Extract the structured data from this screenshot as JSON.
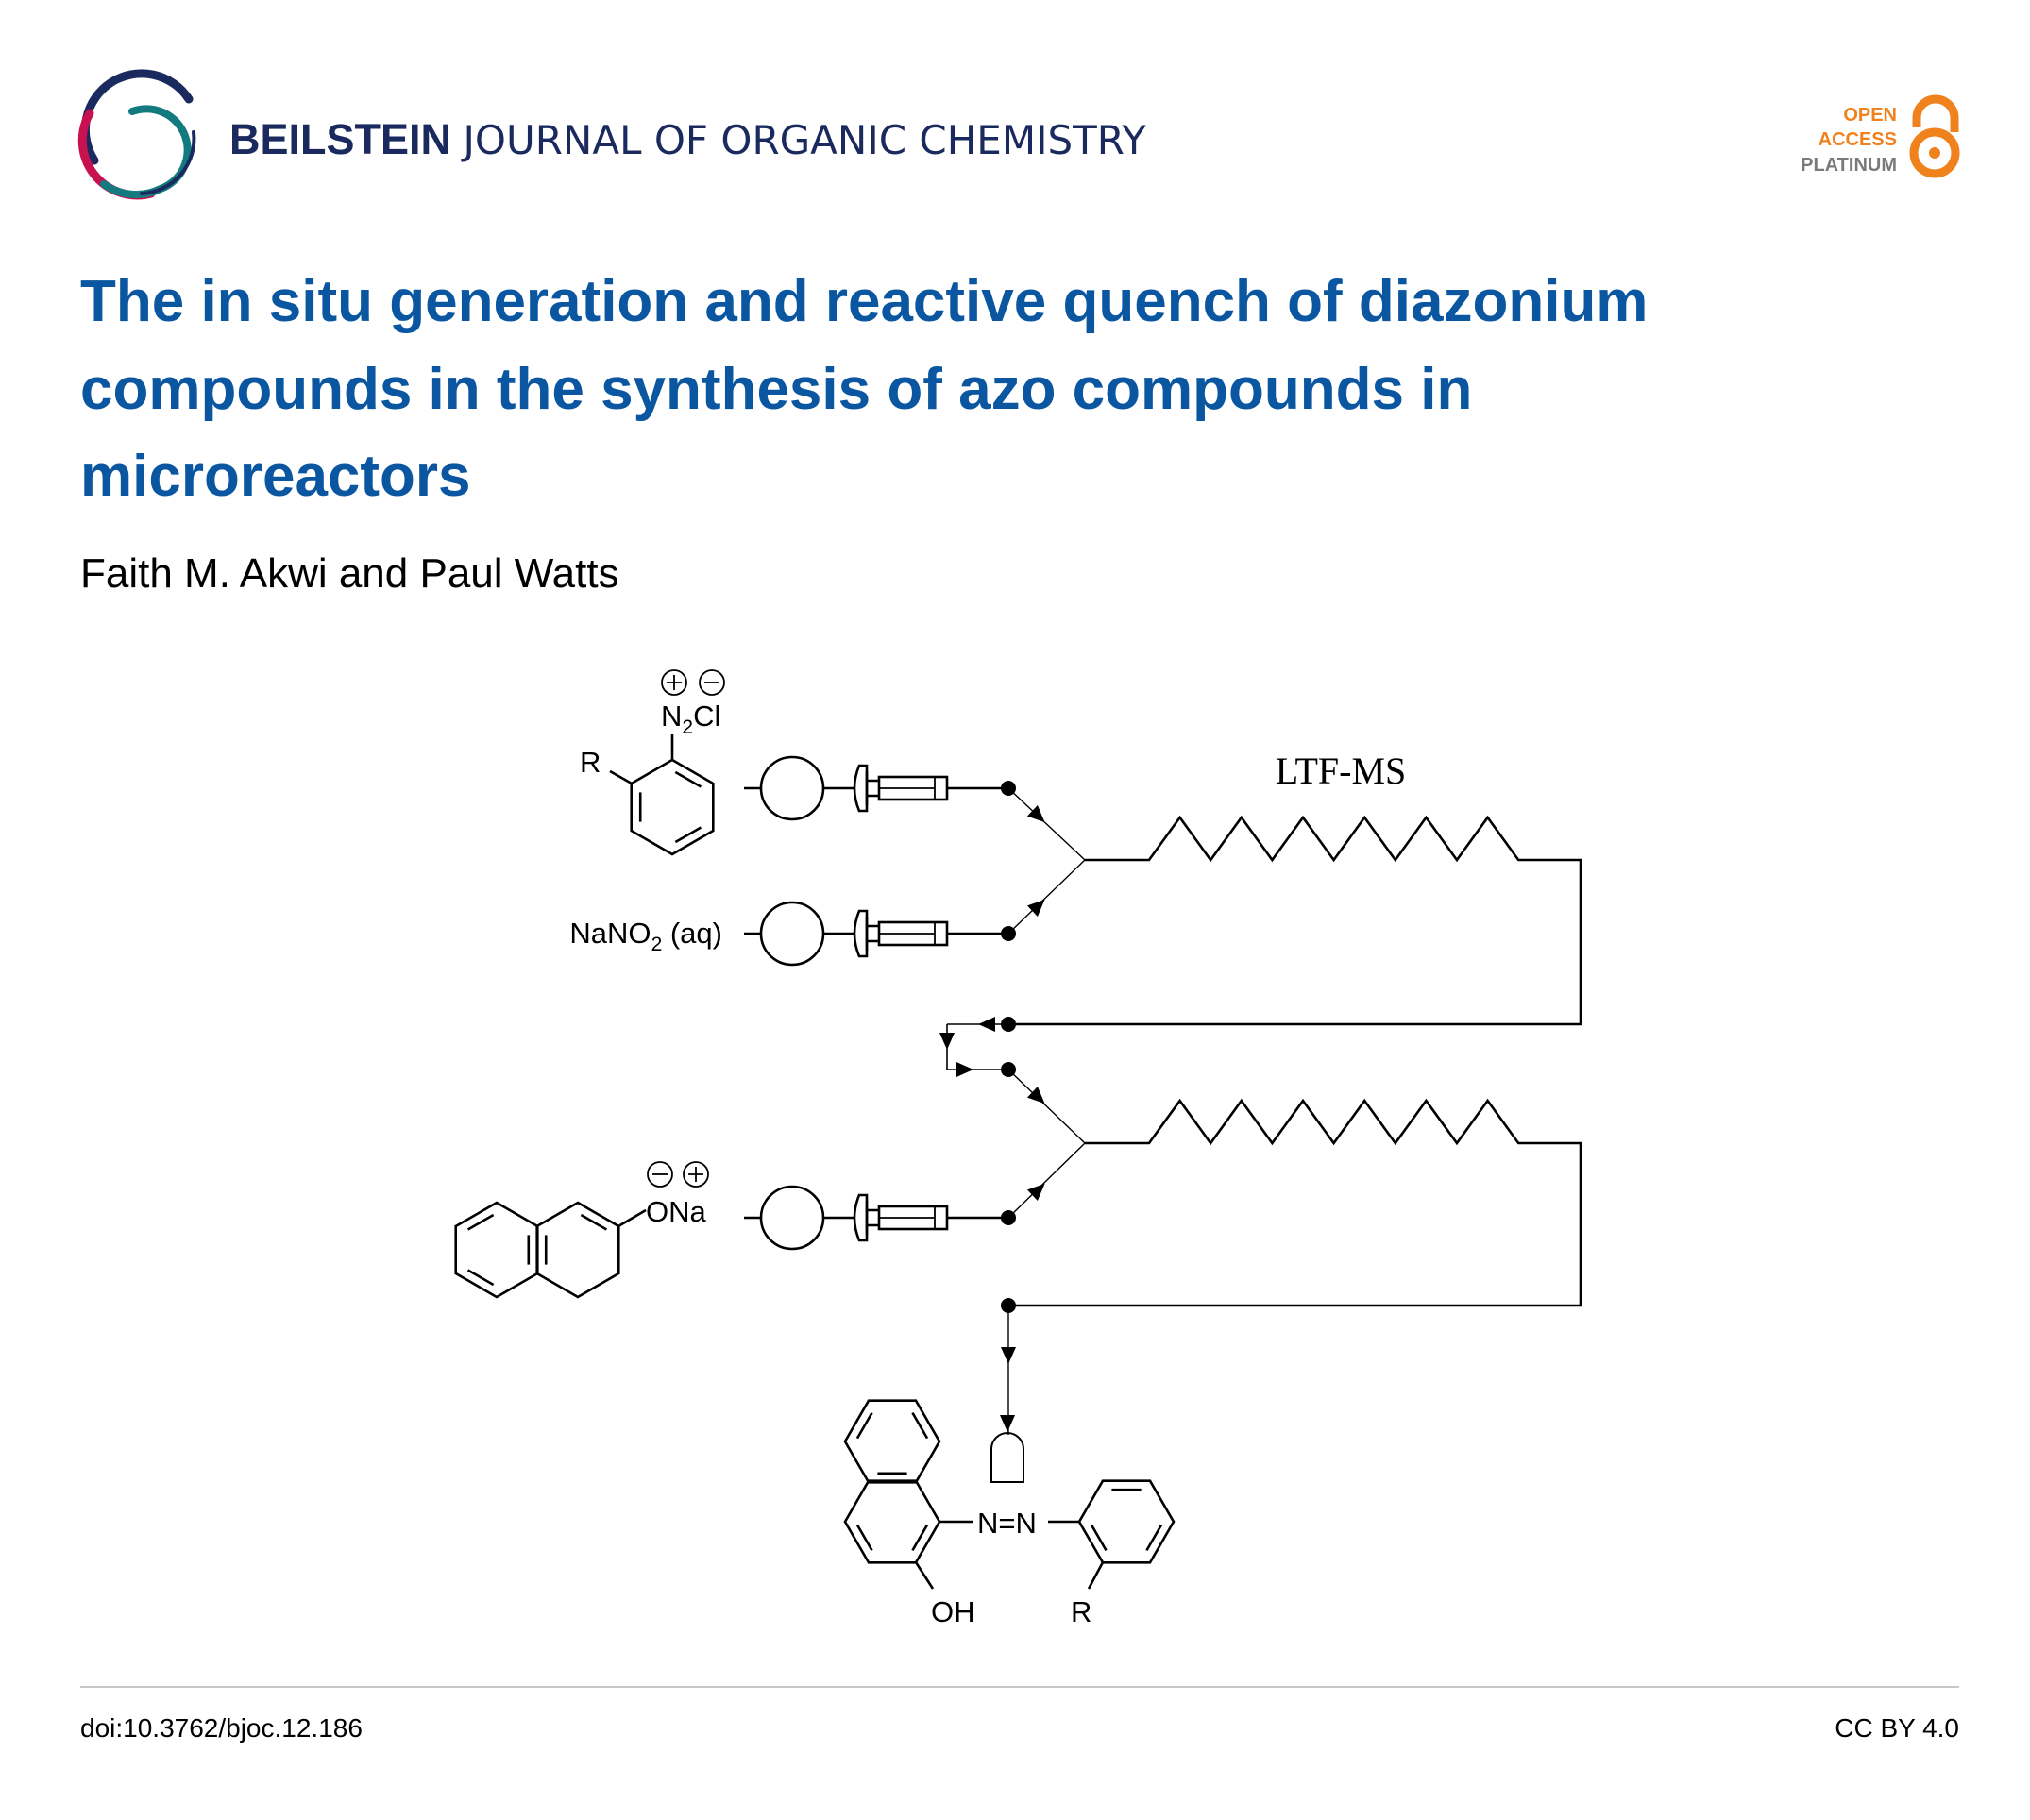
{
  "header": {
    "journal_bold": "BEILSTEIN",
    "journal_rest": "JOURNAL OF ORGANIC CHEMISTRY",
    "badge": {
      "line1": "OPEN",
      "line2": "ACCESS",
      "line3": "PLATINUM"
    }
  },
  "article": {
    "title_lines": [
      "The in situ generation and reactive quench of diazonium",
      "compounds in the synthesis of azo compounds in",
      "microreactors"
    ],
    "authors": "Faith M. Akwi and Paul Watts"
  },
  "graphic": {
    "reactor_label": "LTF-MS",
    "diazonium": {
      "n": "N",
      "sub": "2",
      "cl": "Cl",
      "r": "R",
      "plus": "+",
      "minus": "−"
    },
    "nitrite": {
      "pre": "NaNO",
      "sub": "2",
      "post": " (aq)"
    },
    "naphthoxide": {
      "label": "ONa",
      "plus": "+",
      "minus": "−"
    },
    "product": {
      "azo": "N=N",
      "oh": "OH",
      "r": "R"
    }
  },
  "footer": {
    "doi": "doi:10.3762/bjoc.12.186",
    "license": "CC BY 4.0"
  },
  "colors": {
    "navy": "#1b2a5e",
    "title_blue": "#0a56a0",
    "crimson": "#c8124f",
    "teal": "#137a80",
    "orange": "#f0821e",
    "gray": "#7a7a7a"
  }
}
